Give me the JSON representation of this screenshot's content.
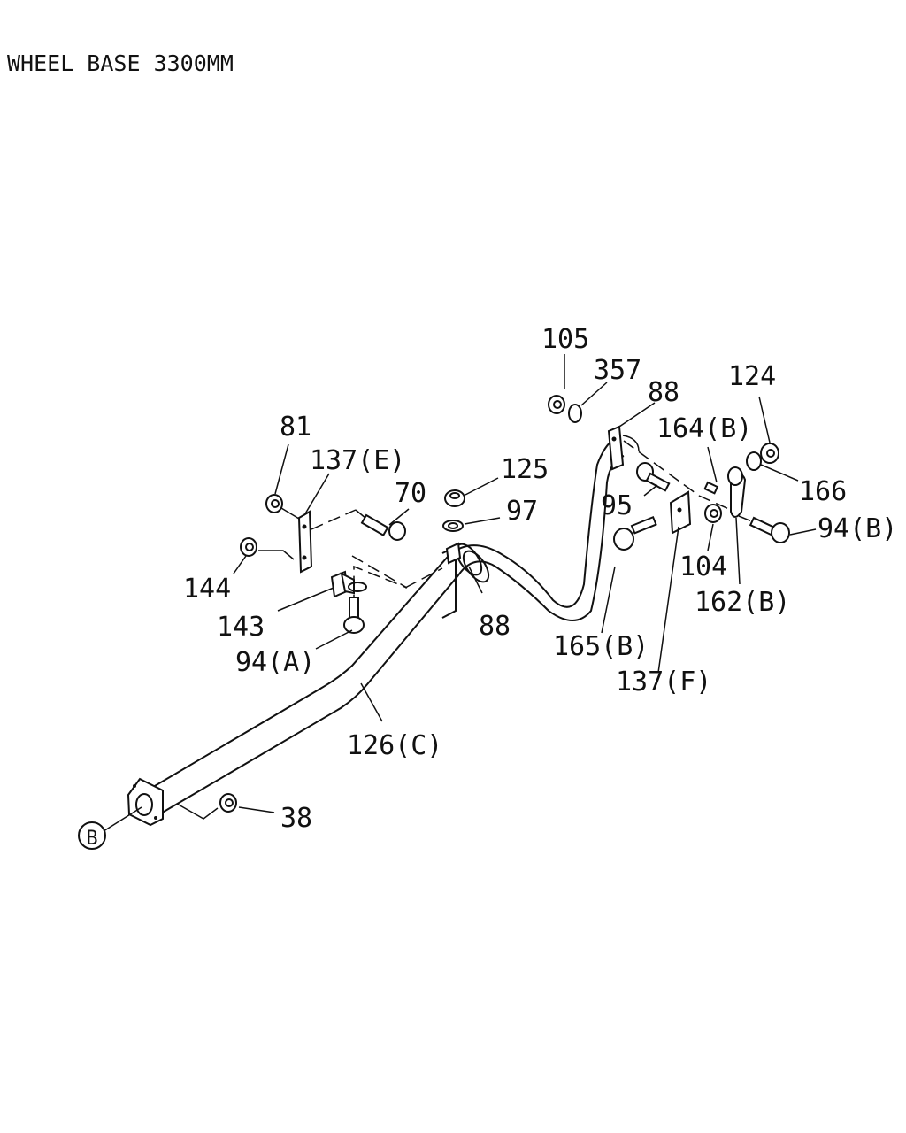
{
  "title": "WHEEL BASE 3300MM",
  "ref_marker": "B",
  "callouts": {
    "c105": "105",
    "c357": "357",
    "c88_top": "88",
    "c124": "124",
    "c164b": "164(B)",
    "c166": "166",
    "c81": "81",
    "c137e": "137(E)",
    "c125": "125",
    "c70": "70",
    "c97": "97",
    "c95": "95",
    "c94b": "94(B)",
    "c144": "144",
    "c104": "104",
    "c143": "143",
    "c88_mid": "88",
    "c162b": "162(B)",
    "c94a": "94(A)",
    "c165b": "165(B)",
    "c137f": "137(F)",
    "c126c": "126(C)",
    "c38": "38"
  }
}
